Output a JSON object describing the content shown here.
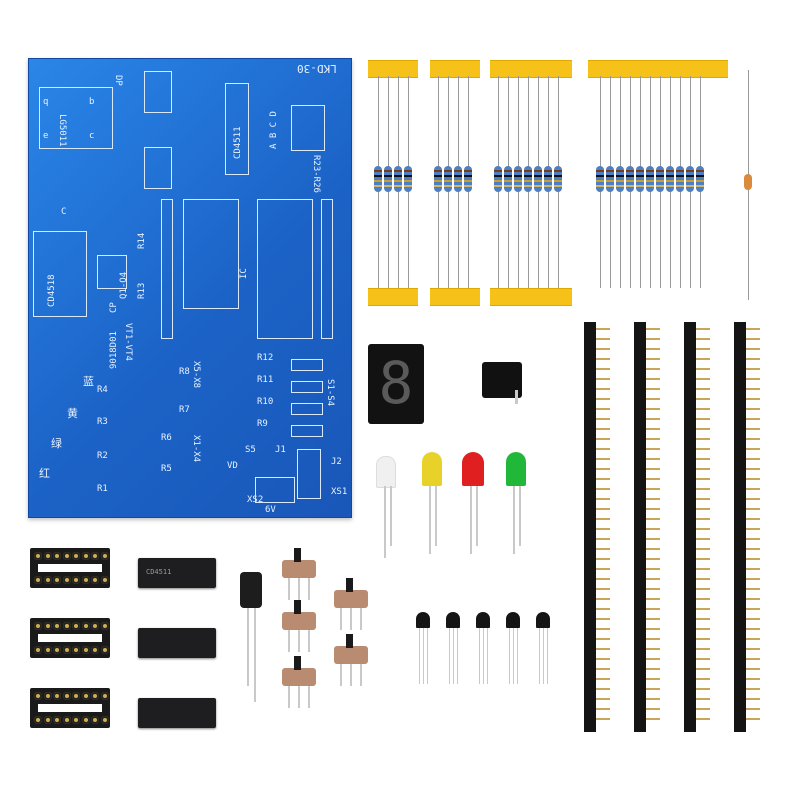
{
  "pcb": {
    "title": "LKD-30",
    "labels": {
      "display": "LG5011",
      "dp": "DP",
      "seg_q": "q",
      "seg_b": "b",
      "seg_e": "e",
      "seg_c": "c",
      "counter": "CD4518",
      "decoder": "CD4511",
      "ic": "IC",
      "transistor_group": "Q1-Q4",
      "cp": "CP",
      "r13": "R13",
      "r14": "R14",
      "r23_r26": "R23-R26",
      "abcd": "A B C D",
      "vt": "VT1-VT4",
      "code": "9018D01",
      "x5x8": "X5-X8",
      "x1x4": "X1-X4",
      "s1s4": "S1-S4",
      "s5": "S5",
      "vd": "VD",
      "j1": "J1",
      "j2": "J2",
      "xs1": "XS1",
      "xs2": "XS2",
      "v6": "6V",
      "r1": "R1",
      "r2": "R2",
      "r3": "R3",
      "r4": "R4",
      "r5": "R5",
      "r6": "R6",
      "r7": "R7",
      "r8": "R8",
      "r9": "R9",
      "r10": "R10",
      "r11": "R11",
      "r12": "R12",
      "c": "C",
      "hong": "红",
      "lv": "绿",
      "huang": "黄",
      "lan": "蓝"
    }
  },
  "parts": {
    "seven_segment": "8",
    "chip_marking": "CD4511"
  }
}
